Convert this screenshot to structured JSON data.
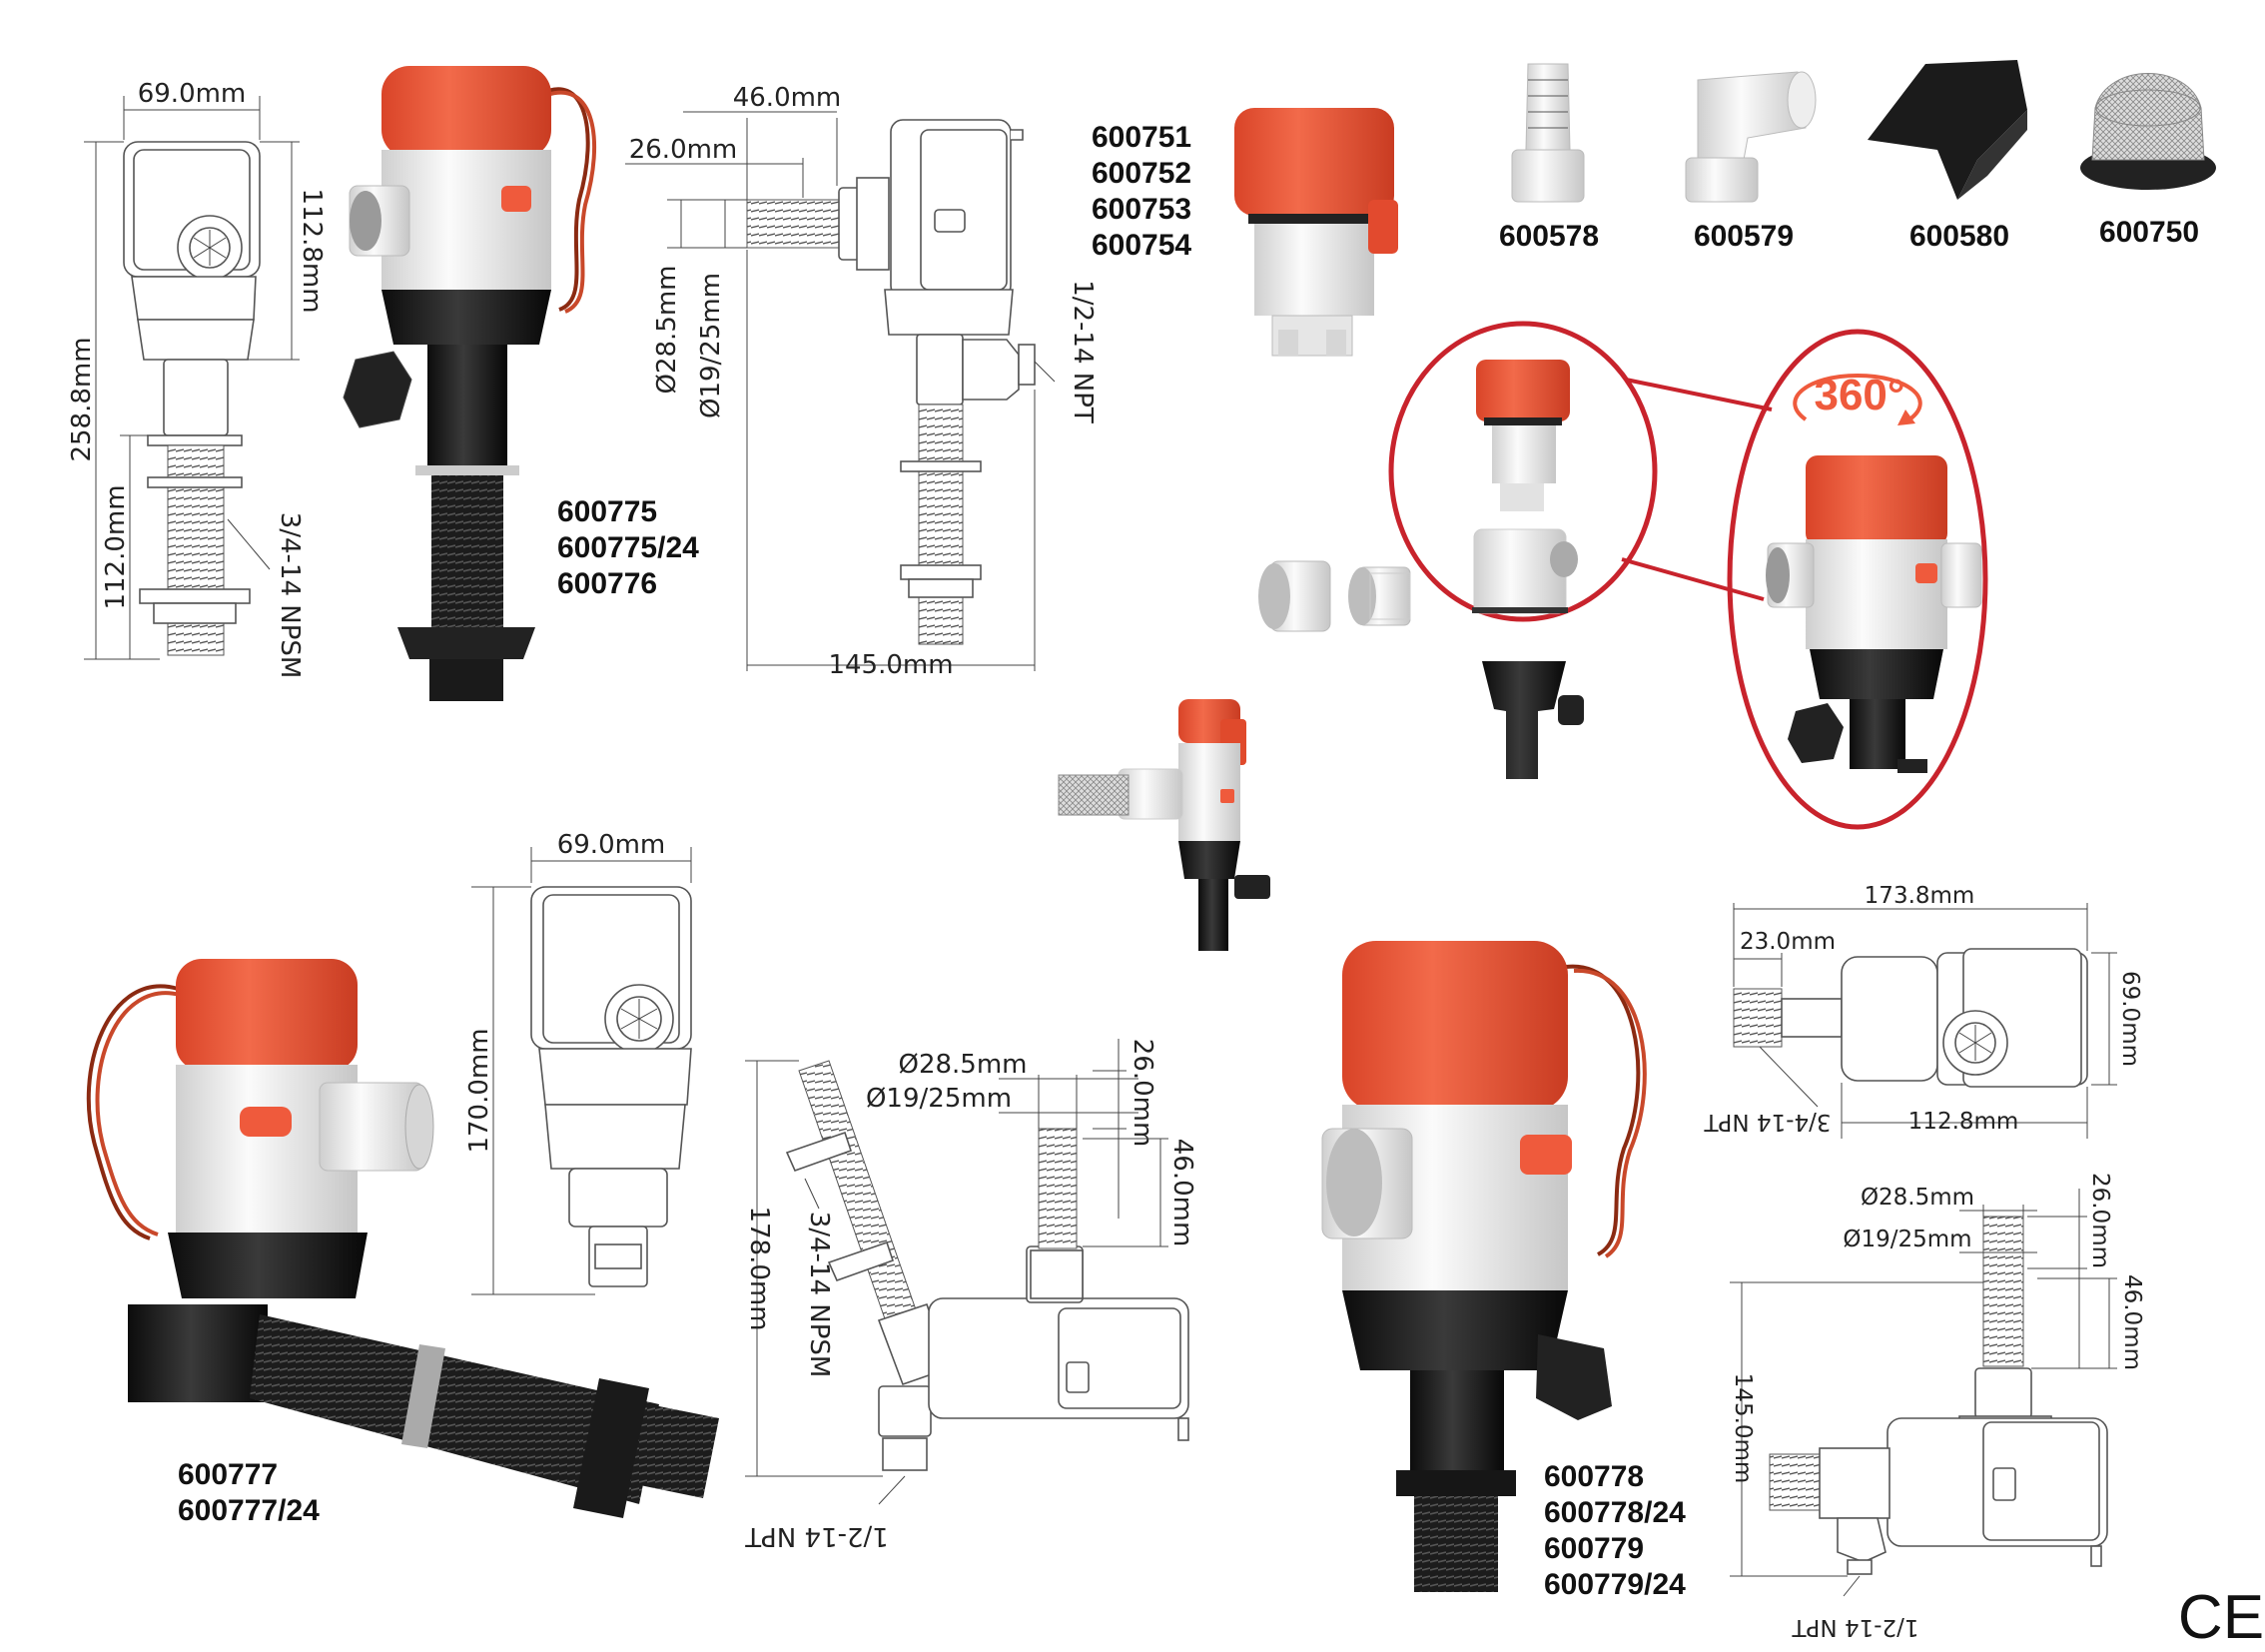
{
  "labels": {
    "dims_a": {
      "width": "69.0mm",
      "height_upper": "112.8mm",
      "height_total": "258.8mm",
      "height_lower": "112.0mm",
      "thread": "3/4-14 NPSM"
    },
    "dims_b": {
      "w1": "46.0mm",
      "w2": "26.0mm",
      "d1": "Ø28.5mm",
      "d2": "Ø19/25mm",
      "npt": "1/2-14 NPT",
      "w3": "145.0mm"
    },
    "dims_c": {
      "width": "69.0mm",
      "height": "170.0mm"
    },
    "dims_d": {
      "d1": "Ø28.5mm",
      "d2": "Ø19/25mm",
      "h1": "26.0mm",
      "h2": "46.0mm",
      "h3": "178.0mm",
      "thread": "3/4-14 NPSM",
      "npt": "1/2-14 NPT"
    },
    "dims_e": {
      "w1": "173.8mm",
      "w2": "23.0mm",
      "h": "69.0mm",
      "w3": "112.8mm",
      "npt": "3/4-14 NPT"
    },
    "dims_f": {
      "d1": "Ø28.5mm",
      "d2": "Ø19/25mm",
      "h1": "26.0mm",
      "h2": "46.0mm",
      "h3": "145.0mm",
      "npt": "1/2-14 NPT"
    },
    "rotation": "360°",
    "ce_mark": "CE"
  },
  "models": {
    "group_a": [
      "600775",
      "600775/24",
      "600776"
    ],
    "group_b": [
      "600751",
      "600752",
      "600753",
      "600754"
    ],
    "accessories": [
      "600578",
      "600579",
      "600580",
      "600750"
    ],
    "group_c": [
      "600777",
      "600777/24"
    ],
    "group_d": [
      "600778",
      "600778/24",
      "600779",
      "600779/24"
    ]
  },
  "colors": {
    "pump_orange": "#ef5a3c",
    "pump_white": "#f2f2f2",
    "base_black": "#1e1e1e",
    "highlight_red": "#c8232c",
    "wire": "#a0361c"
  }
}
